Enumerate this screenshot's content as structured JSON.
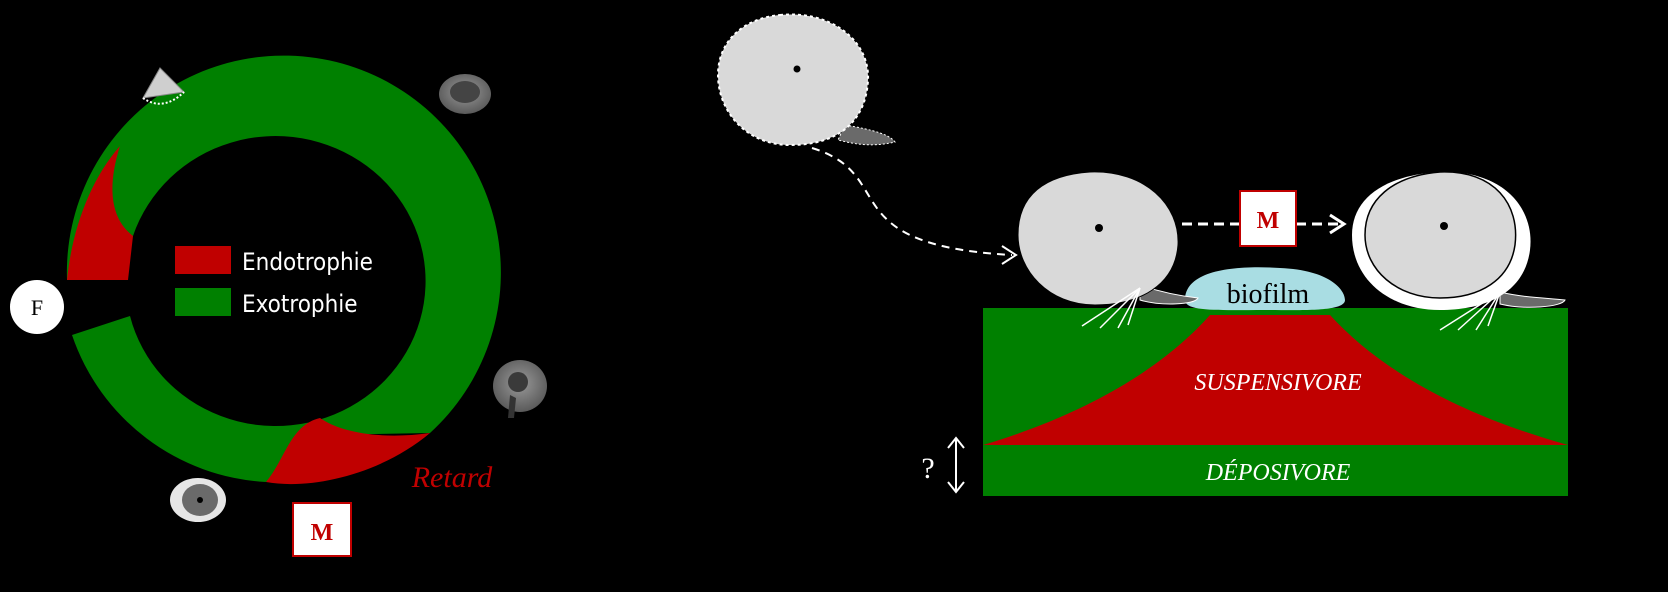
{
  "colors": {
    "background": "#000000",
    "endotrophy": "#c00000",
    "exotrophy": "#008000",
    "shell": "#d9d9d9",
    "biofilm": "#a9dde3",
    "m_text": "#c00000",
    "outline": "#ffffff"
  },
  "cycle": {
    "f_label": "F",
    "m_label": "M",
    "delay_label": "Retard",
    "legend": [
      {
        "label": "Endotrophie",
        "color": "#c00000"
      },
      {
        "label": "Exotrophie",
        "color": "#008000"
      }
    ]
  },
  "substrate": {
    "m_label": "M",
    "biofilm_label": "biofilm",
    "suspension_label": "SUSPENSIVORE",
    "deposit_label": "DÉPOSIVORE",
    "question_label": "?",
    "updown_arrow": "⇕"
  },
  "icons": [
    "larva-veliger-icon",
    "juvenile-shell-icon",
    "double-arrow-icon"
  ]
}
